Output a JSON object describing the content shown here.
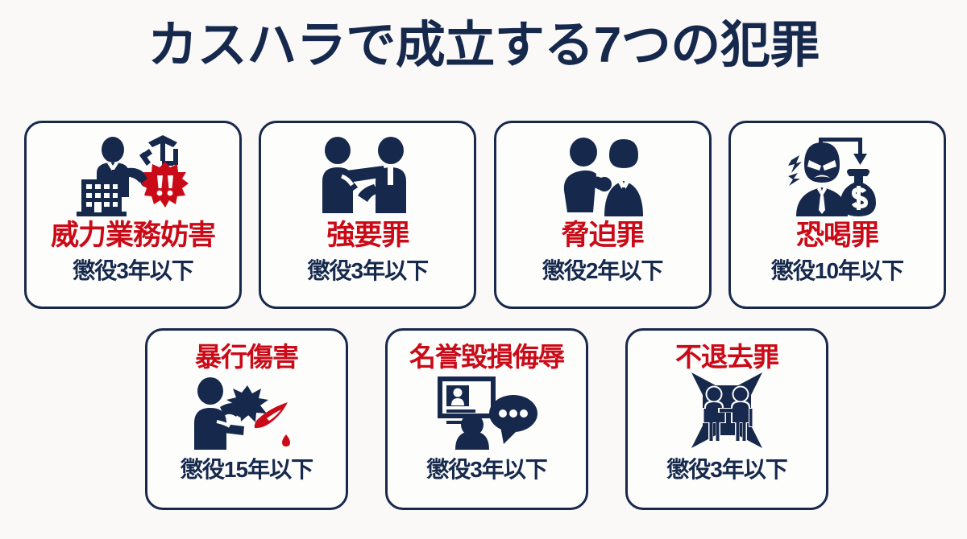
{
  "page": {
    "title": "カスハラで成立する7つの犯罪",
    "background_color": "#faf9f7",
    "navy": "#16294d",
    "red": "#cb0a18"
  },
  "rows": {
    "top": {
      "cards": [
        {
          "name": "威力業務妨害",
          "penalty": "懲役3年以下",
          "icon": "businessman-building-alert-icon",
          "layout": "icon-above-title"
        },
        {
          "name": "強要罪",
          "penalty": "懲役3年以下",
          "icon": "person-grabbing-person-icon",
          "layout": "icon-above-title"
        },
        {
          "name": "脅迫罪",
          "penalty": "懲役2年以下",
          "icon": "two-businessmen-threat-icon",
          "layout": "icon-above-title"
        },
        {
          "name": "恐喝罪",
          "penalty": "懲役10年以下",
          "icon": "angry-person-money-bag-icon",
          "layout": "icon-above-title"
        }
      ]
    },
    "bottom": {
      "cards": [
        {
          "name": "暴行傷害",
          "penalty": "懲役15年以下",
          "icon": "person-punch-blood-icon",
          "layout": "title-above-icon"
        },
        {
          "name": "名誉毀損侮辱",
          "penalty": "懲役3年以下",
          "icon": "id-card-speech-bubble-icon",
          "layout": "title-above-icon"
        },
        {
          "name": "不退去罪",
          "penalty": "懲役3年以下",
          "icon": "two-people-doorway-icon",
          "layout": "title-above-icon"
        }
      ]
    }
  }
}
